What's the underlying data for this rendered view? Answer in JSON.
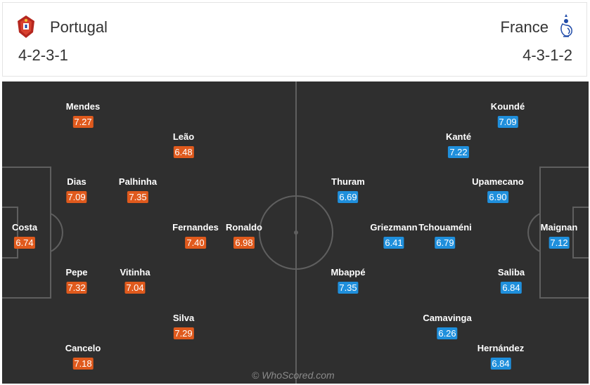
{
  "home": {
    "name": "Portugal",
    "formation": "4-2-3-1",
    "crest_icon": "portugal-fpf-crest-icon",
    "color": "#e05a1d",
    "players": [
      {
        "name": "Mendes",
        "rating": "7.27"
      },
      {
        "name": "Leão",
        "rating": "6.48"
      },
      {
        "name": "Dias",
        "rating": "7.09"
      },
      {
        "name": "Palhinha",
        "rating": "7.35"
      },
      {
        "name": "Costa",
        "rating": "6.74"
      },
      {
        "name": "Fernandes",
        "rating": "7.40"
      },
      {
        "name": "Ronaldo",
        "rating": "6.98"
      },
      {
        "name": "Pepe",
        "rating": "7.32"
      },
      {
        "name": "Vitinha",
        "rating": "7.04"
      },
      {
        "name": "Silva",
        "rating": "7.29"
      },
      {
        "name": "Cancelo",
        "rating": "7.18"
      }
    ]
  },
  "away": {
    "name": "France",
    "formation": "4-3-1-2",
    "crest_icon": "france-fff-rooster-icon",
    "color": "#1f8fdc",
    "players": [
      {
        "name": "Koundé",
        "rating": "7.09"
      },
      {
        "name": "Kanté",
        "rating": "7.22"
      },
      {
        "name": "Thuram",
        "rating": "6.69"
      },
      {
        "name": "Upamecano",
        "rating": "6.90"
      },
      {
        "name": "Griezmann",
        "rating": "6.41"
      },
      {
        "name": "Tchouaméni",
        "rating": "6.79"
      },
      {
        "name": "Maignan",
        "rating": "7.12"
      },
      {
        "name": "Mbappé",
        "rating": "7.35"
      },
      {
        "name": "Saliba",
        "rating": "6.84"
      },
      {
        "name": "Camavinga",
        "rating": "6.26"
      },
      {
        "name": "Hernández",
        "rating": "6.84"
      }
    ]
  },
  "watermark": "© WhoScored.com"
}
